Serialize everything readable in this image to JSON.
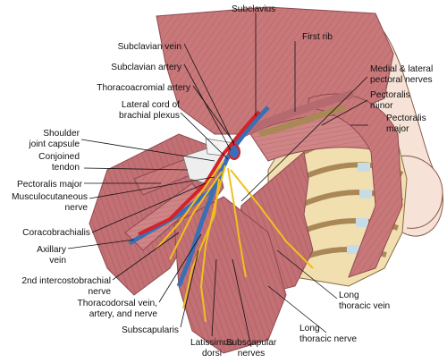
{
  "labels": {
    "subclavius": "Subclavius",
    "first_rib": "First rib",
    "subclavian_vein": "Subclavian vein",
    "subclavian_artery": "Subclavian artery",
    "thoracoacromial_artery": "Thoracoacromial artery",
    "lateral_cord_1": "Lateral cord of",
    "lateral_cord_2": "brachial plexus",
    "medial_lateral_nerves_1": "Medial & lateral",
    "medial_lateral_nerves_2": "pectoral nerves",
    "pectoralis_minor_1": "Pectoralis",
    "pectoralis_minor_2": "minor",
    "pectoralis_major_r1": "Pectoralis",
    "pectoralis_major_r2": "major",
    "shoulder_capsule_1": "Shoulder",
    "shoulder_capsule_2": "joint capsule",
    "conjoined_tendon_1": "Conjoined",
    "conjoined_tendon_2": "tendon",
    "pectoralis_major_left": "Pectoralis major",
    "musculocutaneous_1": "Musculocutaneous",
    "musculocutaneous_2": "nerve",
    "coracobrachialis": "Coracobrachialis",
    "axillary_vein_1": "Axillary",
    "axillary_vein_2": "vein",
    "intercostobrachial_1": "2nd intercostobrachial",
    "intercostobrachial_2": "nerve",
    "thoracodorsal_1": "Thoracodorsal vein,",
    "thoracodorsal_2": "artery, and nerve",
    "subscapularis": "Subscapularis",
    "latissimus_1": "Latissimus",
    "latissimus_2": "dorsi",
    "subscapular_nerves_1": "Subscapular",
    "subscapular_nerves_2": "nerves",
    "long_thoracic_nerve_1": "Long",
    "long_thoracic_nerve_2": "thoracic nerve",
    "long_thoracic_vein_1": "Long",
    "long_thoracic_vein_2": "thoracic vein"
  },
  "colors": {
    "muscle": "#c9787a",
    "muscle_dark": "#a85a5e",
    "bone": "#f2dfb0",
    "cartilage": "#c8dce8",
    "vein": "#3a6fb5",
    "artery": "#d2232a",
    "nerve": "#f0c020",
    "tendon": "#eeeeee"
  }
}
